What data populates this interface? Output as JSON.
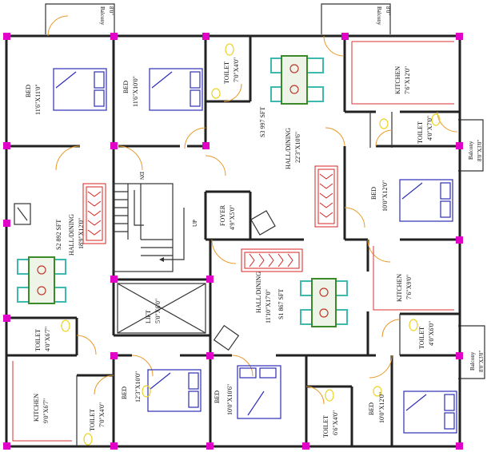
{
  "colors": {
    "wall": "#222222",
    "column": "#e000c8",
    "door": "#e89a2a",
    "bed": "#2d2db8",
    "rug": "#d92222",
    "table": "#3a8a2a",
    "chair": "#3fb9b0",
    "fixture": "#ecd320"
  },
  "labels": {
    "balcony_top_left": "Balcony",
    "balcony_top_left_dim": "8'0\"",
    "balcony_top_right": "Balcony",
    "balcony_top_right_dim": "8'0\"",
    "bed_a": "BED",
    "bed_a_dim": "11'6\"X11'0\"",
    "bed_b": "BED",
    "bed_b_dim": "11'6\"X10'0\"",
    "toilet_a": "TOILET",
    "toilet_a_dim": "7'0\"X4'0\"",
    "s3_area": "S3 997 SFT",
    "hall_s3": "HALL/DINING",
    "hall_s3_dim": "22'3\"X10'6\"",
    "kitchen_a": "KITCHEN",
    "kitchen_a_dim": "7'6\"X12'0\"",
    "toilet_b": "TOILET",
    "toilet_b_dim": "4'0\"X7'0\"",
    "balcony_right_a": "Balcony",
    "balcony_right_a_dim": "8'0\"X3'0\"",
    "bed_c": "BED",
    "bed_c_dim": "10'0\"X12'0\"",
    "s2_area": "S2 892 SFT",
    "hall_s2": "HALL/DINING",
    "hall_s2_dim": "18'9\"X12'0\"",
    "dn": "DN",
    "up": "UP",
    "foyer": "FOYER",
    "foyer_dim": "4'9\"X5'0\"",
    "lift": "LIFT",
    "lift_dim": "5'0\"X6'0\"",
    "s1_area": "S1 867 SFT",
    "hall_s1": "HALL/DINING",
    "hall_s1_dim": "11'10\"X17'0\"",
    "kitchen_b": "KITCHEN",
    "kitchen_b_dim": "7'6\"X9'0\"",
    "toilet_c": "TOILET",
    "toilet_c_dim": "4'0\"X6'7\"",
    "kitchen_c": "KITCHEN",
    "kitchen_c_dim": "9'0\"X6'7\"",
    "toilet_d": "TOILET",
    "toilet_d_dim": "7'0\"X4'0\"",
    "bed_d": "BED",
    "bed_d_dim": "12'3\"X10'0\"",
    "bed_e": "BED",
    "bed_e_dim": "10'0\"X10'6\"",
    "toilet_e": "TOILET",
    "toilet_e_dim": "6'6\"X4'0\"",
    "bed_f": "BED",
    "bed_f_dim": "10'0\"X12'0\"",
    "toilet_f": "TOILET",
    "toilet_f_dim": "4'0\"X6'0\"",
    "balcony_right_b": "Balcony",
    "balcony_right_b_dim": "8'0\"X3'0\""
  }
}
